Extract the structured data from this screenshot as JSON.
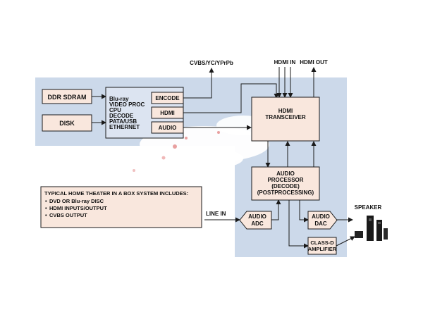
{
  "colors": {
    "panel": "#ccd9ea",
    "block": "#f9e7dd",
    "blue_block": "#dce4f1",
    "line": "#1a1a1a"
  },
  "labels": {
    "ddr": "DDR SDRAM",
    "disk": "DISK",
    "cpu": [
      "Blu-ray",
      "VIDEO PROC",
      "CPU",
      "DECODE",
      "PATA/USB",
      "ETHERNET"
    ],
    "encode": "ENCODE",
    "hdmi": "HDMI",
    "audio": "AUDIO",
    "hdmi_tx": [
      "HDMI",
      "TRANSCEIVER"
    ],
    "audio_proc": [
      "AUDIO",
      "PROCESSOR",
      "(DECODE)",
      "(POSTPROCESSING)"
    ],
    "audio_adc": [
      "AUDIO",
      "ADC"
    ],
    "audio_dac": [
      "AUDIO",
      "DAC"
    ],
    "class_d": [
      "CLASS-D",
      "AMPLIFIER"
    ],
    "cvbs": "CVBS/YC/YPrPb",
    "hdmi_in": "HDMI IN",
    "hdmi_out": "HDMI OUT",
    "line_in": "LINE IN",
    "speaker": "SPEAKER"
  },
  "notes": {
    "title": "TYPICAL HOME THEATER IN A BOX SYSTEM INCLUDES:",
    "items": [
      "DVD OR Blu-ray DISC",
      "HDMI INPUTS/OUTPUT",
      "CVBS OUTPUT"
    ]
  }
}
